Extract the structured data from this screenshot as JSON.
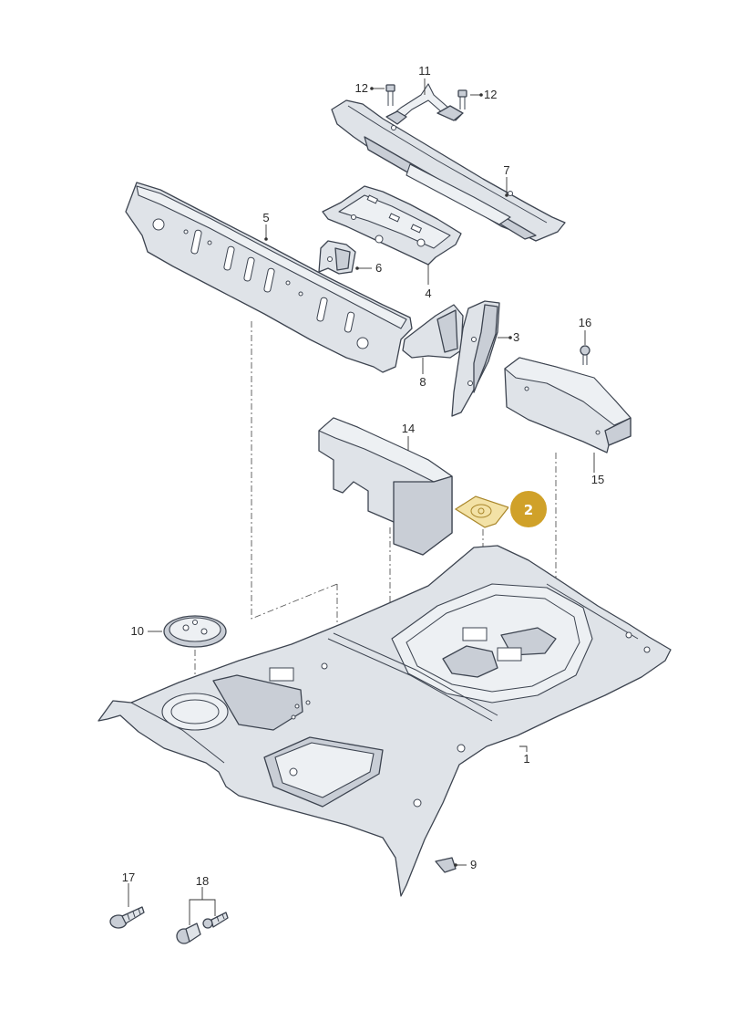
{
  "labels": {
    "l1": "1",
    "l3": "3",
    "l4": "4",
    "l5": "5",
    "l6": "6",
    "l7": "7",
    "l8": "8",
    "l9": "9",
    "l10": "10",
    "l11": "11",
    "l12a": "12",
    "l12b": "12",
    "l14": "14",
    "l15": "15",
    "l16": "16",
    "l17": "17",
    "l18": "18"
  },
  "highlight": {
    "number": "2",
    "color": "#d0a129"
  }
}
